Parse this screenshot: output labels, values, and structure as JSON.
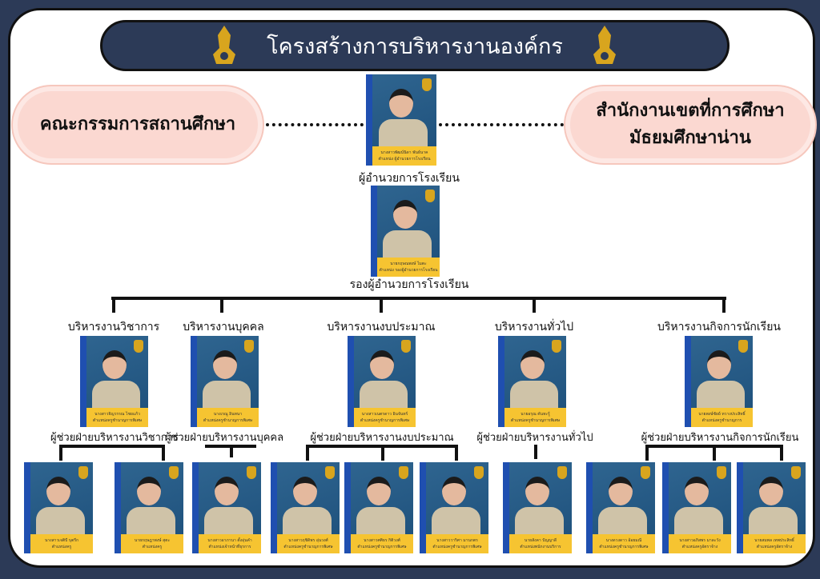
{
  "title": "โครงสร้างการบริหารงานองค์กร",
  "left_box": "คณะกรรมการสถานศึกษา",
  "right_box": "สำนักงานเขตที่การศึกษา มัธยมศึกษาน่าน",
  "director": {
    "label": "ผู้อำนวยการโรงเรียน",
    "name": "นางสาวพัฒน์นิดา พันธ์นาค",
    "position": "ตำแหน่ง ผู้อำนวยการโรงเรียน"
  },
  "deputy": {
    "label": "รองผู้อำนวยการโรงเรียน",
    "name": "นายกฤษณพงษ์ ไมตะ",
    "position": "ตำแหน่ง รองผู้อำนวยการโรงเรียน"
  },
  "departments": [
    {
      "title": "บริหารงานวิชาการ",
      "assistant": "ผู้ช่วยฝ่ายบริหารงานวิชาการ",
      "name": "นางสาวจิญวรรณ ไชยแก้ว",
      "position": "ตำแหน่งครูชำนาญการพิเศษ"
    },
    {
      "title": "บริหารงานบุคคล",
      "assistant": "ผู้ช่วยฝ่ายบริหารงานบุคคล",
      "name": "นางเรณู อินทนา",
      "position": "ตำแหน่งครูชำนาญการพิเศษ"
    },
    {
      "title": "บริหารงานงบประมาณ",
      "assistant": "ผู้ช่วยฝ่ายบริหารงานงบประมาณ",
      "name": "นางสาวเนตรดาว อินจันทร์",
      "position": "ตำแหน่งครูชำนาญการพิเศษ"
    },
    {
      "title": "บริหารงานทั่วไป",
      "assistant": "ผู้ช่วยฝ่ายบริหารงานทั่วไป",
      "name": "นายอรุณ คันทะรู้",
      "position": "ตำแหน่งครูชำนาญการพิเศษ"
    },
    {
      "title": "บริหารงานกิจการนักเรียน",
      "assistant": "ผู้ช่วยฝ่ายบริหารงานกิจการนักเรียน",
      "name": "นายพงษ์ชัยย์ ทวางประสิทธิ์",
      "position": "ตำแหน่งครูชำนาญการ"
    }
  ],
  "staff": [
    {
      "name": "นางสาวเจติบี บุตรีก",
      "position": "ตำแหน่งครู"
    },
    {
      "name": "นายกฤษฎาพงษ์ สุตะ",
      "position": "ตำแหน่งครู"
    },
    {
      "name": "นางสาวอาภานา ตั้งอุ่นคำ",
      "position": "ตำแหน่งเจ้าหน้าที่ธุรการ"
    },
    {
      "name": "นางสาวฤชิดิพร อุ่นวงศ์",
      "position": "ตำแหน่งครูชำนาญการพิเศษ"
    },
    {
      "name": "นางสาวศศิธร กิติวงศ์",
      "position": "ตำแหน่งครูชำนาญการพิเศษ"
    },
    {
      "name": "นางสาววาริศา มานกตร",
      "position": "ตำแหน่งครูชำนาญการพิเศษ"
    },
    {
      "name": "นายสังคา ปัญญาดี",
      "position": "ตำแหน่งพนักงานบริการ"
    },
    {
      "name": "นางดวงดาว อ้อยมณี",
      "position": "ตำแหน่งครูชำนาญการพิเศษ"
    },
    {
      "name": "นางสาวอภิสพร มาละวัง",
      "position": "ตำแหน่งครูอัตราจ้าง"
    },
    {
      "name": "นายสมพล เทพประสิทธิ์",
      "position": "ตำแหน่งครูอัตราจ้าง"
    }
  ]
}
